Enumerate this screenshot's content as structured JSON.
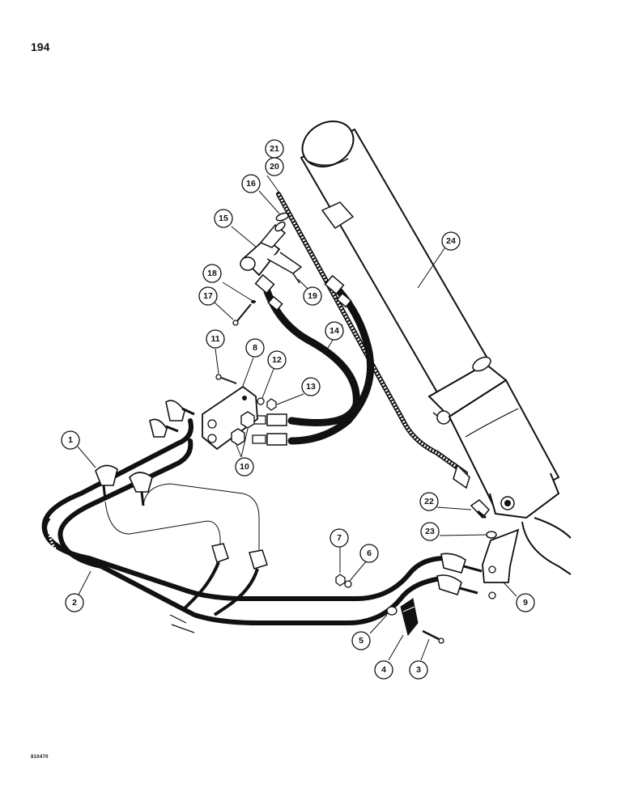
{
  "page": {
    "number": "194",
    "reference_code": "810470"
  },
  "diagram": {
    "callouts": [
      "1",
      "2",
      "3",
      "4",
      "5",
      "6",
      "7",
      "8",
      "9",
      "10",
      "11",
      "12",
      "13",
      "14",
      "15",
      "16",
      "17",
      "18",
      "19",
      "20",
      "21",
      "22",
      "23",
      "24"
    ]
  }
}
